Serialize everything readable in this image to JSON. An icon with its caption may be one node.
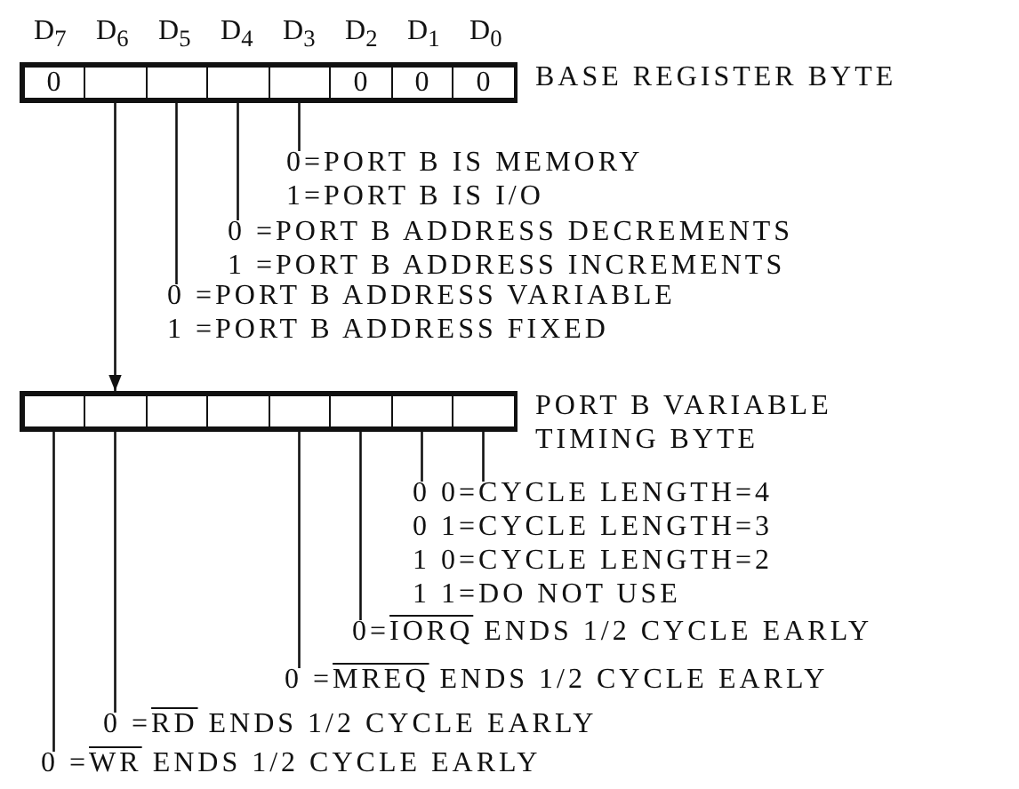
{
  "diagram": {
    "nodes": [
      {
        "text": [
          "BASE REGISTER BYTE"
        ]
      },
      {
        "text": [
          "0"
        ],
        "in": 0
      },
      {
        "text": [],
        "shape": "box",
        "in": 0
      },
      {
        "text": [],
        "shape": "box",
        "in": 0
      },
      {
        "text": [],
        "shape": "box",
        "in": 0
      },
      {
        "text": [],
        "shape": "box",
        "in": 0
      },
      {
        "text": [
          "0"
        ],
        "in": 0
      },
      {
        "text": [
          "0"
        ],
        "in": 0
      },
      {
        "text": [
          "0"
        ],
        "in": 0
      },
      {
        "text": [
          "0=PORT B IS MEMORY",
          "1=PORT B IS I/O"
        ]
      },
      {
        "text": [
          "0 =PORT B ADDRESS DECREMENTS",
          "1 =PORT B ADDRESS INCREMENTS"
        ]
      },
      {
        "text": [
          "0 =PORT B ADDRESS VARIABLE",
          "1 =PORT B ADDRESS FIXED"
        ]
      },
      {
        "text": [
          "PORT B VARIABLE TIMING BYTE"
        ]
      },
      {
        "text": [],
        "shape": "box",
        "in": 12
      },
      {
        "text": [],
        "shape": "box",
        "in": 12
      },
      {
        "text": [],
        "shape": "box",
        "in": 12
      },
      {
        "text": [],
        "shape": "box",
        "in": 12
      },
      {
        "text": [],
        "shape": "box",
        "in": 12
      },
      {
        "text": [],
        "shape": "box",
        "in": 12
      },
      {
        "text": [],
        "shape": "box",
        "in": 12
      },
      {
        "text": [],
        "shape": "box",
        "in": 12
      },
      {
        "text": [
          "0 0=CYCLE LENGTH=4",
          "0 1=CYCLE LENGTH=3",
          "1 0=CYCLE LENGTH=2",
          "1 1=DO NOT USE"
        ]
      },
      {
        "text": [
          "0=",
          "IORQ",
          "ENDS 1/2 CYCLE EARLY"
        ]
      },
      {
        "text": [
          "0 =",
          "MREQ",
          "ENDS 1/2 CYCLE EARLY"
        ]
      },
      {
        "text": [
          "0 =",
          "RD",
          "ENDS 1/2 CYCLE EARLY"
        ]
      },
      {
        "text": [
          "0 =",
          "WR",
          "ENDS 1/2 CYCLE EARLY"
        ]
      }
    ],
    "edges": [
      {
        "from": 5,
        "to": 9,
        "arrow": "none"
      },
      {
        "from": 4,
        "to": 10,
        "arrow": "none"
      },
      {
        "from": 3,
        "to": 11,
        "arrow": "none"
      },
      {
        "from": 2,
        "to": 14,
        "arrow": "to"
      },
      {
        "from": 19,
        "to": 21,
        "arrow": "none"
      },
      {
        "from": 20,
        "to": 21,
        "arrow": "none"
      },
      {
        "from": 18,
        "to": 22,
        "arrow": "none"
      },
      {
        "from": 17,
        "to": 23,
        "arrow": "none"
      },
      {
        "from": 14,
        "to": 24,
        "arrow": "none"
      },
      {
        "from": 13,
        "to": 25,
        "arrow": "none"
      }
    ],
    "labels": [
      "D$_{7}$",
      "D$_{6}$",
      "D$_{5}$",
      "D$_{4}$",
      "D$_{3}$",
      "D$_{2}$",
      "D$_{1}$",
      "D$_{0}$"
    ]
  }
}
